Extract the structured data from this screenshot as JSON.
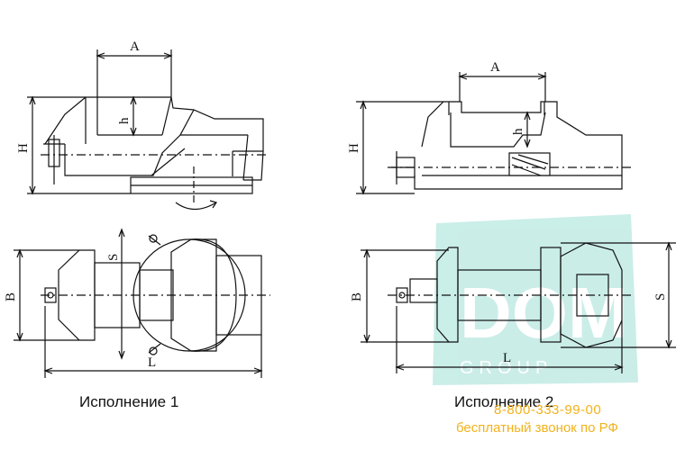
{
  "labels": {
    "a1": "A",
    "h1": "H",
    "hh1": "h",
    "b1": "B",
    "s1": "S",
    "l1": "L",
    "a2": "A",
    "h2": "H",
    "hh2": "h",
    "b2": "B",
    "s2": "S",
    "l2": "L"
  },
  "captions": {
    "version1": "Исполнение 1",
    "version2": "Исполнение 2"
  },
  "watermark": {
    "logo_text": "DOM",
    "logo_sub": "GROUP",
    "color": "#7fd6c8",
    "phone": "8-800-333-99-00",
    "free_call": "бесплатный звонок по РФ",
    "contact_color": "#f2b21b"
  }
}
